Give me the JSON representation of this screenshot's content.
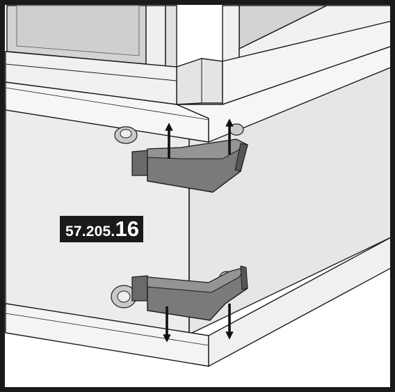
{
  "illustration": {
    "part_code": {
      "prefix": "57.205.",
      "suffix": "16"
    },
    "arrows": {
      "upper_clip": "up",
      "lower_clip": "down"
    },
    "colors": {
      "frame": "#1a1a1a",
      "panel_fill": "#ececec",
      "glass_fill": "#d3d3d3",
      "clip_fill": "#7a7a7a",
      "clip_dark": "#555555",
      "nut_fill": "#c9c9c9",
      "arrow": "#111111",
      "label_bg": "#1a1a1a",
      "label_text": "#ffffff"
    }
  }
}
